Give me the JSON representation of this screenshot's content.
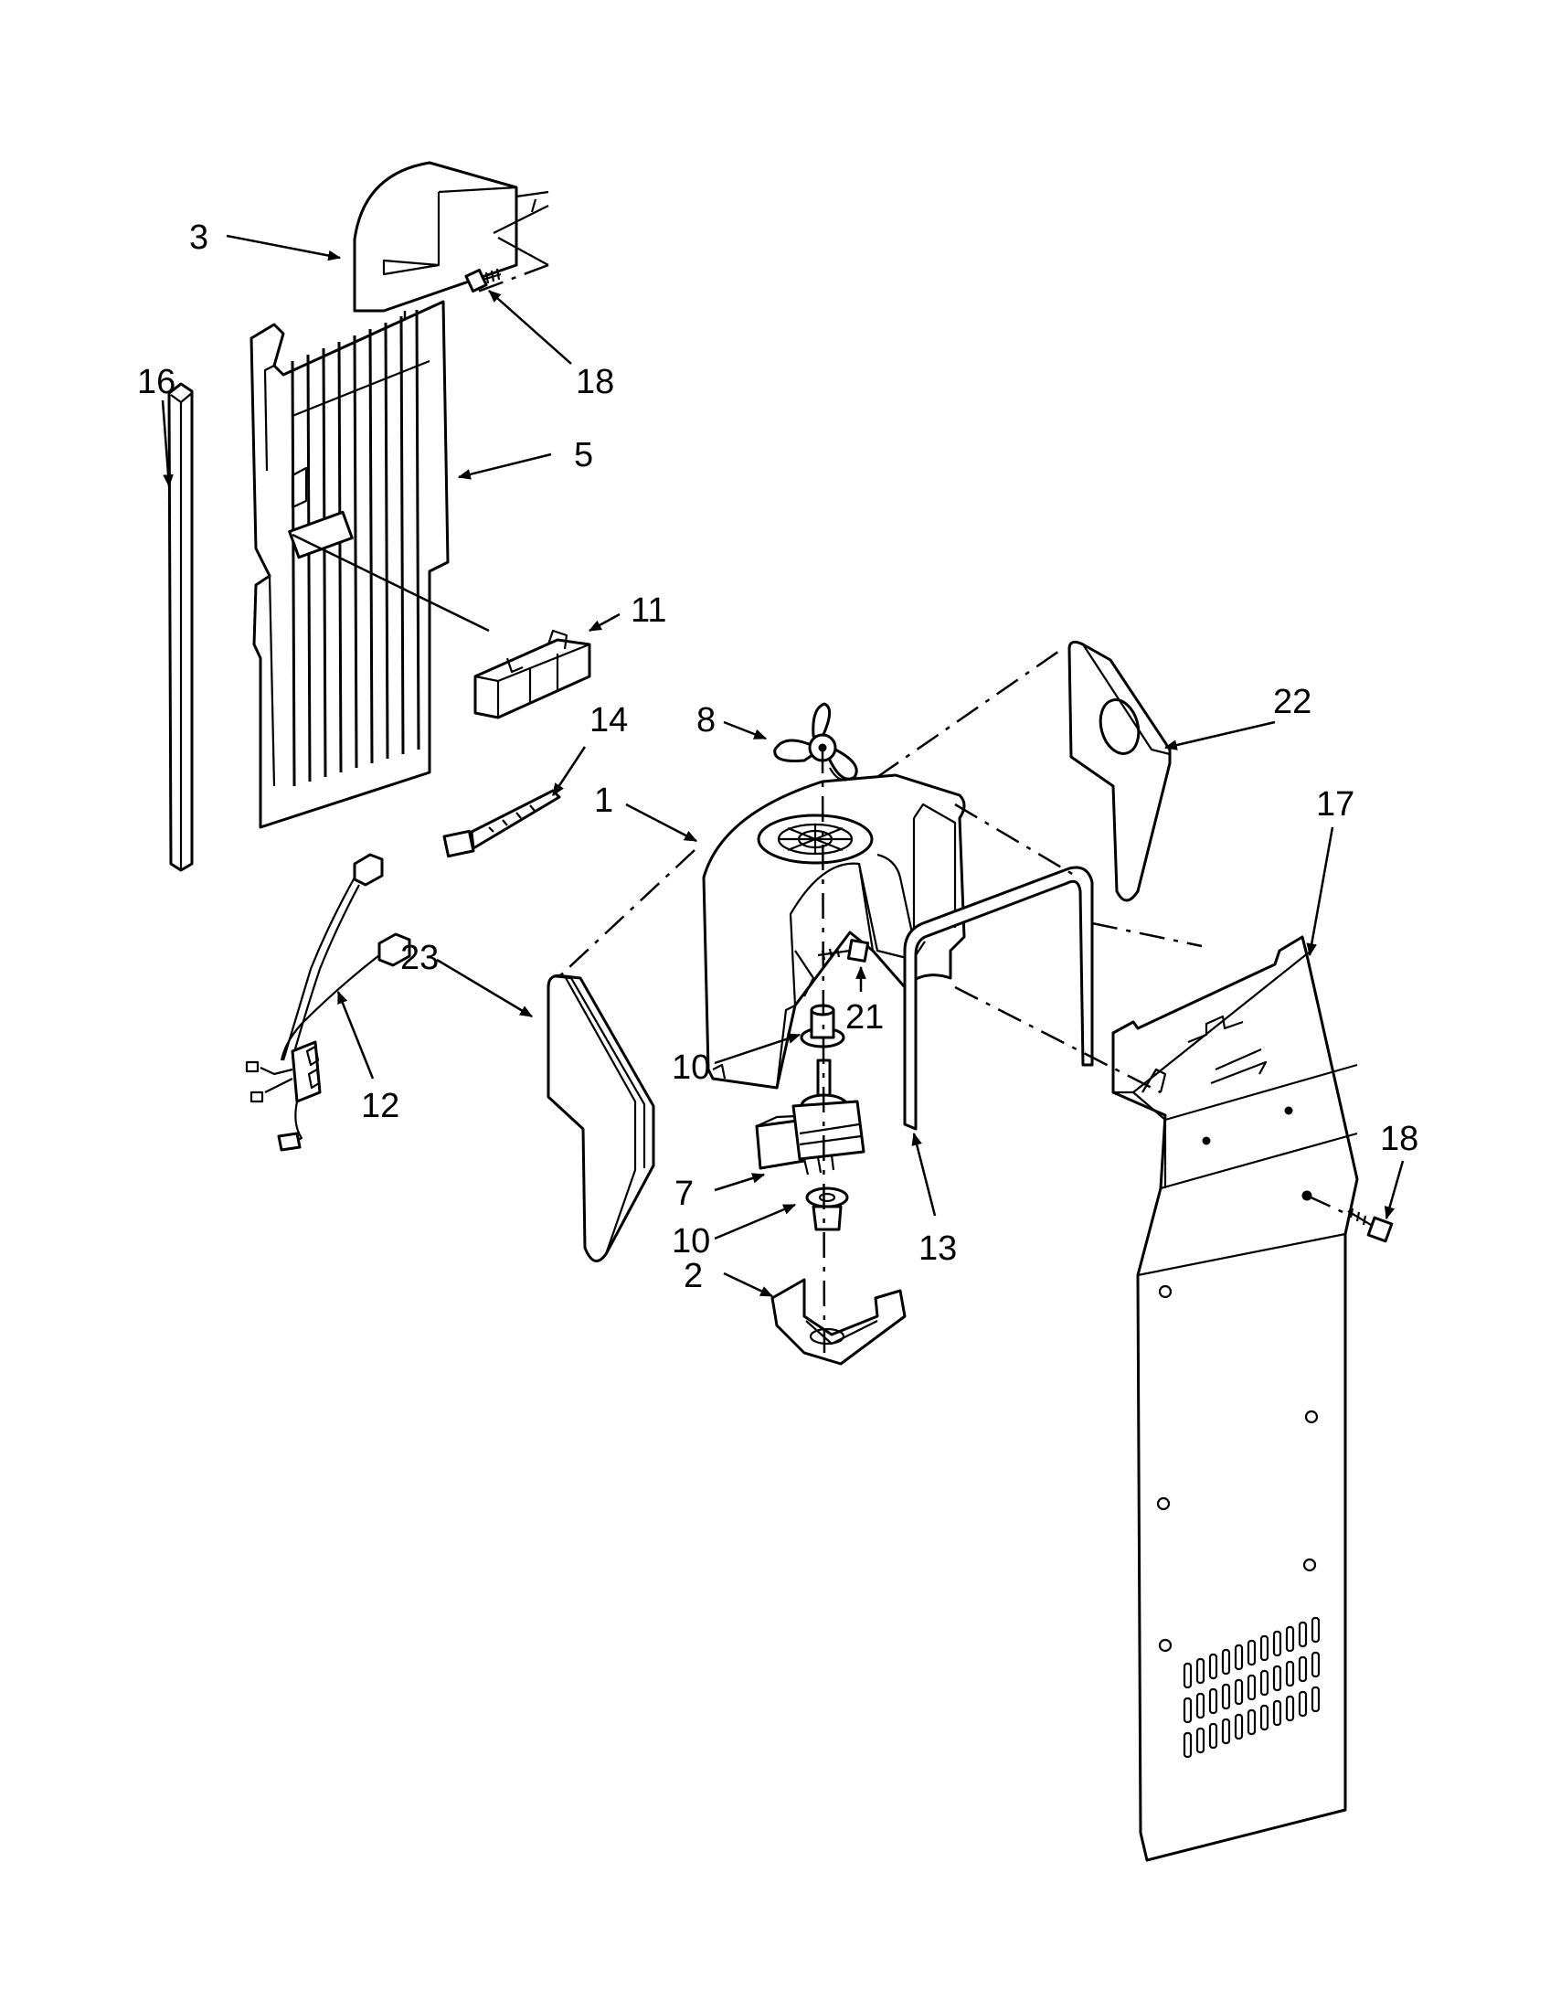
{
  "callouts": {
    "p1": "1",
    "p2": "2",
    "p3": "3",
    "p5": "5",
    "p7": "7",
    "p8": "8",
    "p10a": "10",
    "p10b": "10",
    "p11": "11",
    "p12": "12",
    "p13": "13",
    "p14": "14",
    "p16": "16",
    "p17": "17",
    "p18a": "18",
    "p18b": "18",
    "p21": "21",
    "p22": "22",
    "p23": "23"
  }
}
